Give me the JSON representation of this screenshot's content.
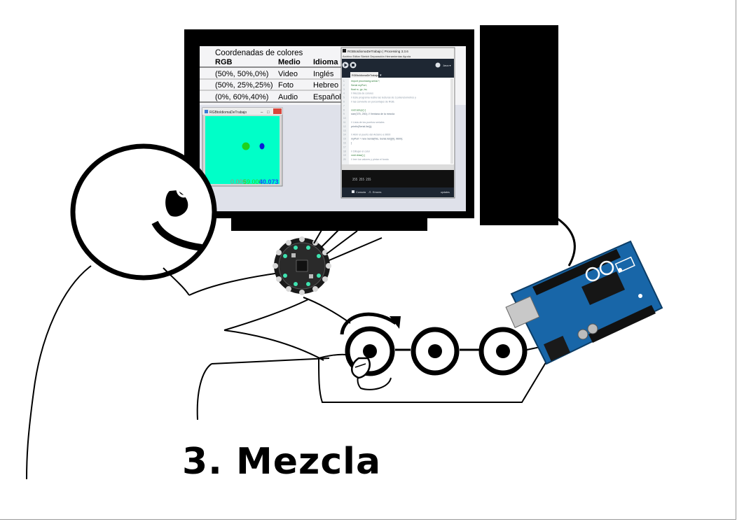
{
  "slide": {
    "title": "3. Mezcla"
  },
  "table": {
    "caption": "Coordenadas de colores",
    "headers": [
      "RGB",
      "Medio",
      "Idioma"
    ],
    "rows": [
      [
        "(50%, 50%,0%)",
        "Video",
        "Inglés"
      ],
      [
        "(50%, 25%,25%)",
        "Foto",
        "Hebreo"
      ],
      [
        "(0%, 60%,40%)",
        "Audio",
        "Español"
      ]
    ]
  },
  "sketch_window": {
    "title": "RGBtoIdiomaDeTrabajo",
    "readout": [
      "0.009",
      "59.000",
      "40.073"
    ],
    "background": "#00ffc8"
  },
  "ide_window": {
    "title": "RGBtoIdiomaDeTrabajo | Processing 3.3.6",
    "menu": "Archivo  Editar  Sketch  Depuración  Herramientas  Ayuda",
    "tab": "RGBtoIdiomaDeTrabajo",
    "mode": "Java ▾",
    "console_value": "255 255 255",
    "bottom_tabs": [
      "Consola",
      "Errores"
    ],
    "status_right": "updates",
    "code_lines": [
      "import processing.serial.*;",
      "Serial myPort;",
      "float rc, gc, bc;",
      "// Mezcla de colores",
      "// Este programa recibe las lecturas de 3 potenciometros y",
      "// las convierte en porcentajes de RGB.",
      "",
      "void setup() {",
      "  size(375, 250);  // Ventana de la mezcla",
      "",
      "  // Lista de los puertos seriales",
      "  println(Serial.list());",
      "",
      "  // Abrir el puerto del Arduino a 9600",
      "  myPort = new Serial(this, Serial.list()[0], 9600);",
      "}",
      "",
      "// Dibujar el color",
      "void draw() {",
      "  // leer los valores y pintar el fondo"
    ]
  },
  "colors": {
    "sketch_bg": "#00ffc8",
    "green_dot": "#1fd11f",
    "blue_dot": "#0a1ad6",
    "readout_red": "#b08a7a",
    "readout_green": "#22dd22",
    "readout_blue": "#1a4cff",
    "ide_bg": "#1e2733",
    "arduino_blue": "#1866a8"
  },
  "icons": [
    "smiling-person-icon",
    "monitor-icon",
    "tower-icon",
    "circuit-playground-board-icon",
    "arduino-uno-board-icon",
    "potentiometer-icon",
    "rotate-arrow-icon"
  ]
}
